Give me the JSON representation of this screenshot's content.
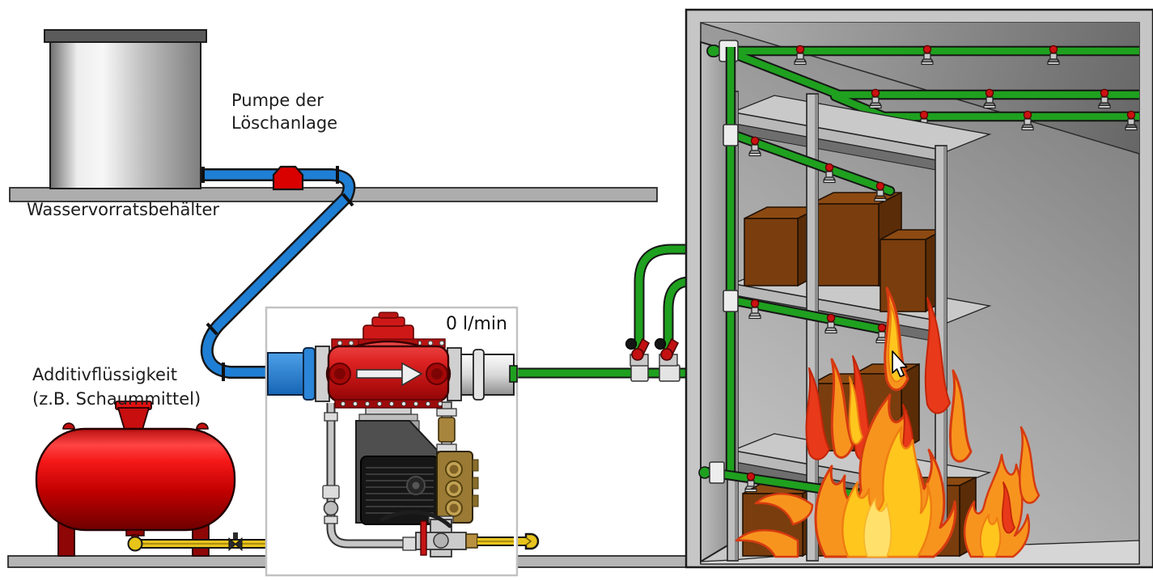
{
  "scene": {
    "water_tank_label": "Wasservorratsbehälter",
    "pump_label_line1": "Pumpe der",
    "pump_label_line2": "Löschanlage",
    "additive_label_line1": "Additivflüssigkeit",
    "additive_label_line2": "(z.B. Schaummittel)",
    "flow_rate_value": "0 l/min"
  },
  "colors": {
    "water_pipe_blue": "#1F7FD4",
    "sprinkler_pipe_green": "#1FA01F",
    "pump_red": "#D90000",
    "additive_tank_red": "#D40F0F",
    "additive_pipe_yellow": "#E8C41C",
    "flame_orange": "#F7941E",
    "flame_yellow": "#FFC61E",
    "flame_red": "#E8391A",
    "structure_gray": "#ADADAD"
  }
}
